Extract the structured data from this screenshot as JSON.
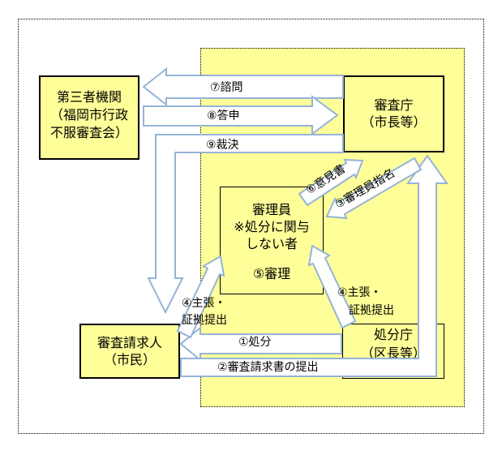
{
  "boxes": {
    "third_party": {
      "line1": "第三者機関",
      "line2": "（福岡市行政",
      "line3": "不服審査会）"
    },
    "review_agency": {
      "line1": "審査庁",
      "line2": "（市長等）"
    },
    "examiner": {
      "line1": "審理員",
      "line2": "※処分に関与",
      "line3": "しない者"
    },
    "appellant": {
      "line1": "審査請求人",
      "line2": "（市民）"
    },
    "disposition_agency": {
      "line1": "処分庁",
      "line2": "（区長等）"
    }
  },
  "steps": {
    "s1": "①処分",
    "s2": "②審査請求書の提出",
    "s3": "③審理員指名",
    "s4_left": {
      "line1": "④主張・",
      "line2": "証拠提出"
    },
    "s4_right": {
      "line1": "④主張・",
      "line2": "証拠提出"
    },
    "s5": "⑤審理",
    "s6": "⑥意見書",
    "s7": "⑦諮問",
    "s8": "⑧答申",
    "s9": "⑨裁決"
  },
  "colors": {
    "background": "#FFFFFF",
    "region_fill": "#FFFF99",
    "box_fill": "#FFFF99",
    "box_border": "#000000",
    "arrow_fill": "#FFFFFF",
    "arrow_outline": "#95B3D7",
    "text": "#000000"
  }
}
